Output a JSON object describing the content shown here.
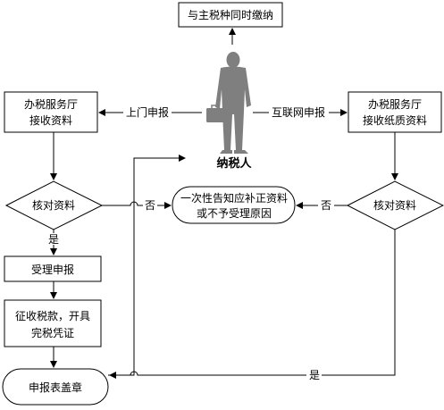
{
  "nodes": {
    "pay_tax": "与主税种同时缴纳",
    "office_left_line1": "办税服务厅",
    "office_left_line2": "接收资料",
    "office_right_line1": "办税服务厅",
    "office_right_line2": "接收纸质资料",
    "taxpayer": "纳税人",
    "verify_left": "核对资料",
    "verify_right": "核对资料",
    "notify_line1": "一次性告知应补正资料",
    "notify_line2": "或不予受理原因",
    "accept": "受理申报",
    "collect_line1": "征收税款，开具",
    "collect_line2": "完税凭证",
    "stamp": "申报表盖章"
  },
  "edges": {
    "door_filing": "上门申报",
    "online_filing": "互联网申报",
    "no_left": "否",
    "no_right": "否",
    "yes_left": "是",
    "yes_right": "是"
  },
  "icons": {
    "taxpayer_figure": "businessman-with-briefcase-icon"
  },
  "colors": {
    "line": "#000000",
    "figure": "#7f7f7f",
    "background": "#ffffff"
  }
}
